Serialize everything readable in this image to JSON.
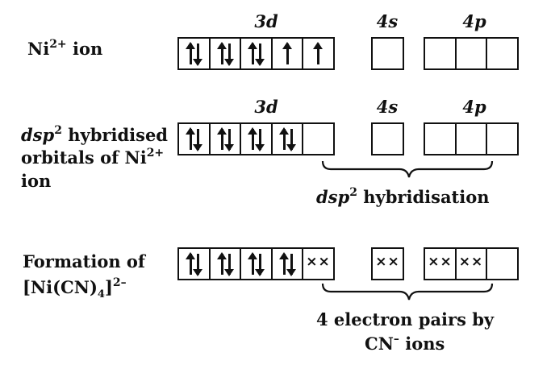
{
  "row1": {
    "label_main": "Ni",
    "label_sup": "2+",
    "label_tail": " ion",
    "orbitals": {
      "d": "3d",
      "s": "4s",
      "p": "4p"
    },
    "d_boxes": [
      "pair",
      "pair",
      "pair",
      "up",
      "up"
    ],
    "s_boxes": [
      "empty"
    ],
    "p_boxes": [
      "empty",
      "empty",
      "empty"
    ]
  },
  "row2": {
    "label_line1_a": "dsp",
    "label_line1_sup": "2",
    "label_line1_b": " hybridised",
    "label_line2_a": "orbitals of Ni",
    "label_line2_sup": "2+",
    "label_line3": "ion",
    "orbitals": {
      "d": "3d",
      "s": "4s",
      "p": "4p"
    },
    "d_boxes": [
      "pair",
      "pair",
      "pair",
      "pair",
      "empty"
    ],
    "s_boxes": [
      "empty"
    ],
    "p_boxes": [
      "empty",
      "empty",
      "empty"
    ],
    "brace_label_a": "dsp",
    "brace_label_sup": "2",
    "brace_label_b": " hybridisation"
  },
  "row3": {
    "label_line1": "Formation of",
    "label_line2_a": "[Ni(CN)",
    "label_line2_sub": "4",
    "label_line2_b": "]",
    "label_line2_sup": "2–",
    "d_boxes": [
      "pair",
      "pair",
      "pair",
      "pair",
      "xx"
    ],
    "s_boxes": [
      "xx"
    ],
    "p_boxes": [
      "xx",
      "xx",
      "empty"
    ],
    "xx_text": "××",
    "brace_label_line1": "4 electron pairs by",
    "brace_label_line2_a": "CN",
    "brace_label_line2_sup": "–",
    "brace_label_line2_b": " ions"
  }
}
